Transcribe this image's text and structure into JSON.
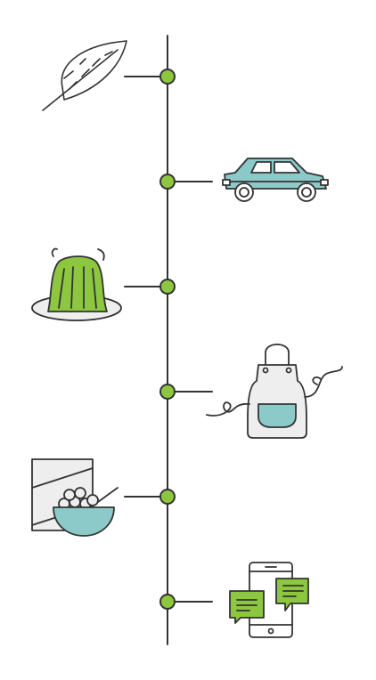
{
  "colors": {
    "line": "#333333",
    "node_fill": "#8dc63f",
    "node_stroke": "#333333",
    "accent_green": "#8dc63f",
    "accent_teal": "#8ccaca",
    "light_gray": "#eeeeee",
    "white": "#ffffff"
  },
  "events": [
    {
      "side": "left",
      "icon": "feather-icon"
    },
    {
      "side": "right",
      "icon": "car-icon"
    },
    {
      "side": "left",
      "icon": "gelatin-dessert-icon"
    },
    {
      "side": "right",
      "icon": "apron-icon"
    },
    {
      "side": "left",
      "icon": "cereal-bowl-icon"
    },
    {
      "side": "right",
      "icon": "smartphone-chat-icon"
    }
  ]
}
